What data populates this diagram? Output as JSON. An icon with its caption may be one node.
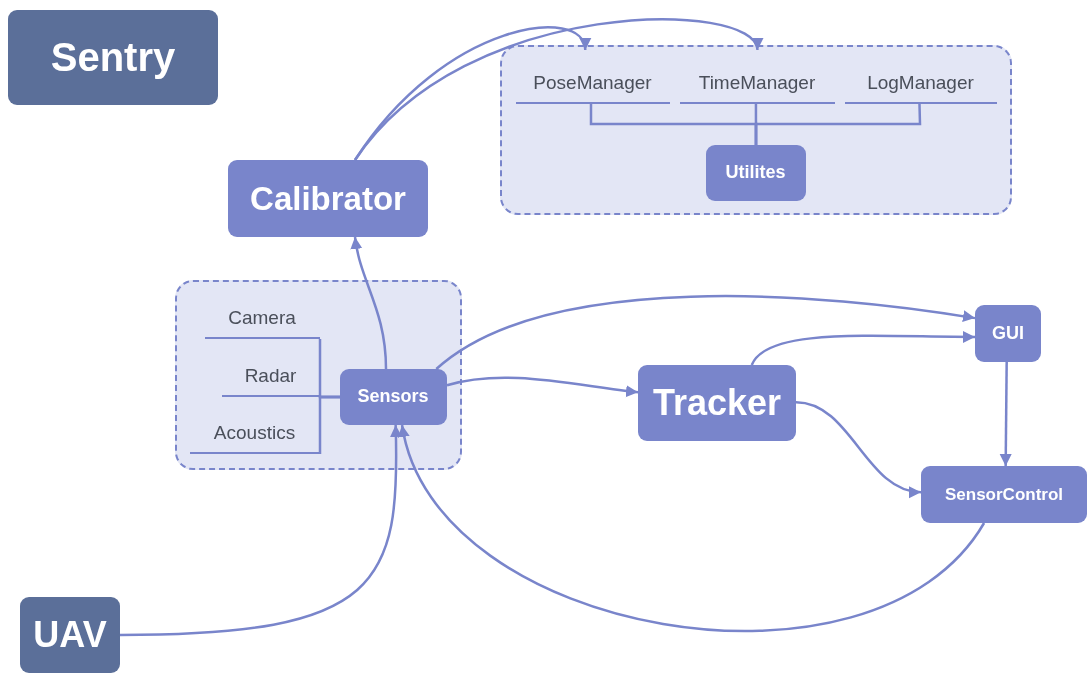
{
  "diagram": {
    "nodes": [
      {
        "text": [
          "Sentry"
        ]
      },
      {
        "text": [],
        "shape": "box"
      },
      {
        "text": [
          "PoseManager"
        ],
        "in": 1
      },
      {
        "text": [
          "TimeManager"
        ],
        "in": 1
      },
      {
        "text": [
          "LogManager"
        ],
        "in": 1
      },
      {
        "text": [
          "Utilites"
        ],
        "in": 1
      },
      {
        "text": [
          "Calibrator"
        ]
      },
      {
        "text": [],
        "shape": "box"
      },
      {
        "text": [
          "Camera"
        ],
        "in": 7
      },
      {
        "text": [
          "Radar"
        ],
        "in": 7
      },
      {
        "text": [
          "Acoustics"
        ],
        "in": 7
      },
      {
        "text": [
          "Sensors"
        ],
        "in": 7
      },
      {
        "text": [
          "GUI"
        ]
      },
      {
        "text": [
          "Tracker"
        ]
      },
      {
        "text": [
          "SensorControl"
        ]
      },
      {
        "text": [
          "UAV"
        ]
      }
    ],
    "edges": [
      {
        "from": 6,
        "to": 2,
        "arrow": "to"
      },
      {
        "from": 6,
        "to": 3,
        "arrow": "to"
      },
      {
        "from": 2,
        "to": 5,
        "arrow": "none"
      },
      {
        "from": 3,
        "to": 5,
        "arrow": "none"
      },
      {
        "from": 4,
        "to": 5,
        "arrow": "none"
      },
      {
        "from": 8,
        "to": 11,
        "arrow": "none"
      },
      {
        "from": 9,
        "to": 11,
        "arrow": "none"
      },
      {
        "from": 10,
        "to": 11,
        "arrow": "none"
      },
      {
        "from": 11,
        "to": 6,
        "arrow": "to"
      },
      {
        "from": 11,
        "to": 12,
        "arrow": "to"
      },
      {
        "from": 11,
        "to": 13,
        "arrow": "to"
      },
      {
        "from": 13,
        "to": 12,
        "arrow": "to"
      },
      {
        "from": 13,
        "to": 14,
        "arrow": "to"
      },
      {
        "from": 12,
        "to": 14,
        "arrow": "to"
      },
      {
        "from": 15,
        "to": 11,
        "arrow": "to"
      },
      {
        "from": 14,
        "to": 11,
        "arrow": "to"
      }
    ]
  }
}
